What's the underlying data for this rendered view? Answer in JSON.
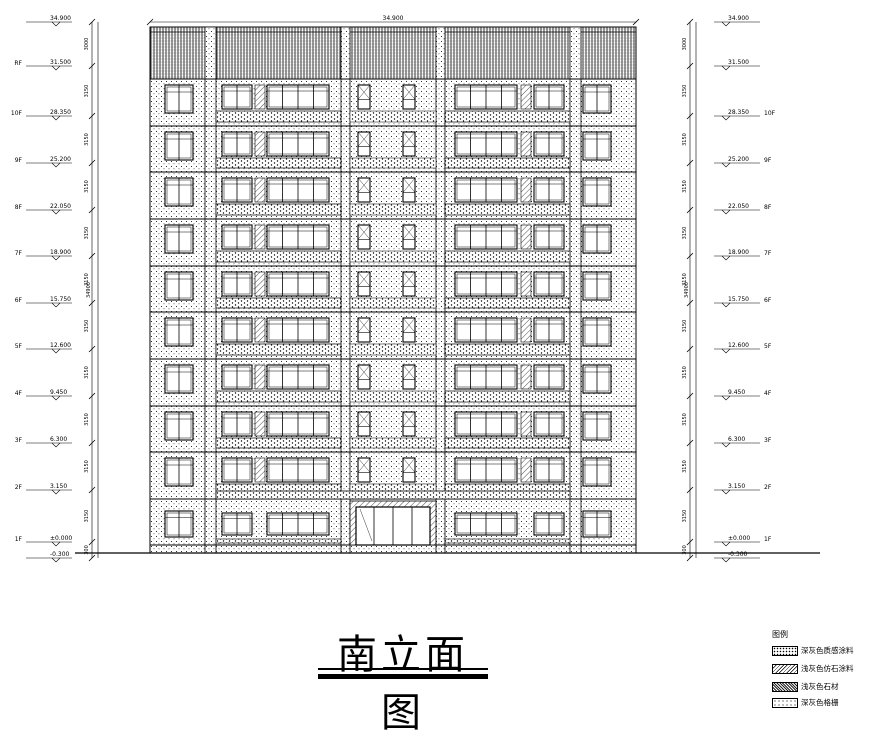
{
  "drawing": {
    "overall_width_label": "34.900",
    "left_levels": [
      {
        "floor": "",
        "elev": "34.900"
      },
      {
        "floor": "RF",
        "elev": "31.500"
      },
      {
        "floor": "10F",
        "elev": "28.350"
      },
      {
        "floor": "9F",
        "elev": "25.200"
      },
      {
        "floor": "8F",
        "elev": "22.050"
      },
      {
        "floor": "7F",
        "elev": "18.900"
      },
      {
        "floor": "6F",
        "elev": "15.750"
      },
      {
        "floor": "5F",
        "elev": "12.600"
      },
      {
        "floor": "4F",
        "elev": "9.450"
      },
      {
        "floor": "3F",
        "elev": "6.300"
      },
      {
        "floor": "2F",
        "elev": "3.150"
      },
      {
        "floor": "1F",
        "elev": "±0.000"
      },
      {
        "floor": "",
        "elev": "-0.300"
      }
    ],
    "right_levels": [
      {
        "floor": "",
        "elev": "34.900"
      },
      {
        "floor": "",
        "elev": "31.500"
      },
      {
        "floor": "10F",
        "elev": "28.350"
      },
      {
        "floor": "9F",
        "elev": "25.200"
      },
      {
        "floor": "8F",
        "elev": "22.050"
      },
      {
        "floor": "7F",
        "elev": "18.900"
      },
      {
        "floor": "6F",
        "elev": "15.750"
      },
      {
        "floor": "5F",
        "elev": "12.600"
      },
      {
        "floor": "4F",
        "elev": "9.450"
      },
      {
        "floor": "3F",
        "elev": "6.300"
      },
      {
        "floor": "2F",
        "elev": "3.150"
      },
      {
        "floor": "1F",
        "elev": "±0.000"
      },
      {
        "floor": "",
        "elev": "-0.300"
      }
    ],
    "segment_dims": [
      "3000",
      "3150",
      "3150",
      "3150",
      "3150",
      "3150",
      "3150",
      "3150",
      "3150",
      "3150",
      "3150",
      "300"
    ],
    "total_height_dim": "34900"
  },
  "title": "南立面图",
  "legend": {
    "title": "图例",
    "items": [
      {
        "label": "深灰色质感涂料",
        "pattern": "dots"
      },
      {
        "label": "浅灰色仿石涂料",
        "pattern": "hatch"
      },
      {
        "label": "浅灰色石材",
        "pattern": "stone"
      },
      {
        "label": "深灰色格栅",
        "pattern": "light"
      }
    ]
  }
}
